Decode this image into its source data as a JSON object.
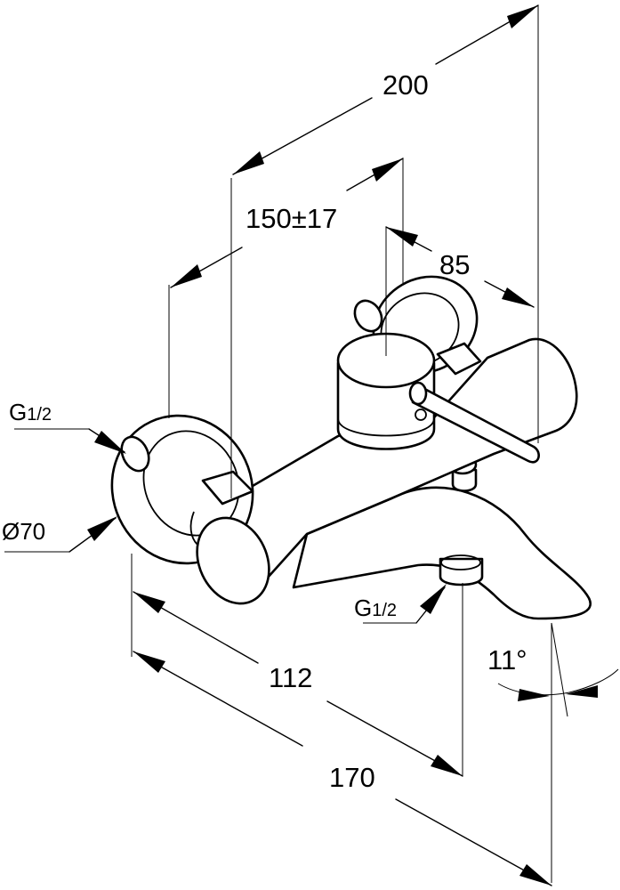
{
  "dimensions": {
    "overall_width": "200",
    "inlet_spacing": "150±17",
    "spout_offset": "85",
    "wall_to_outlet": "112",
    "projection": "170",
    "spout_angle": "11°"
  },
  "labels": {
    "thread_inlet_main": "G",
    "thread_inlet_sub": "1/2",
    "escutcheon_diameter": "Ø70",
    "thread_outlet_main": "G",
    "thread_outlet_sub": "1/2"
  }
}
